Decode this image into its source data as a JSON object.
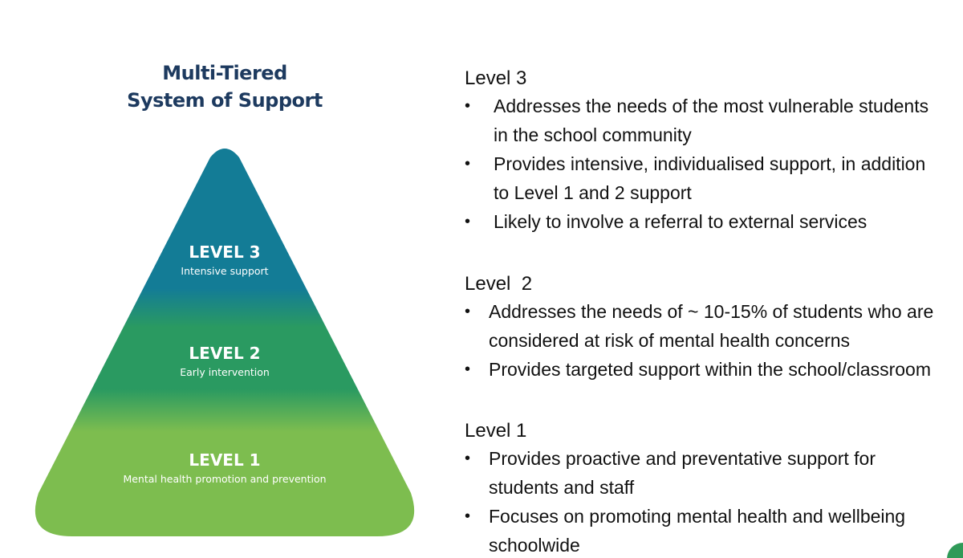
{
  "pyramid": {
    "title_lines": [
      "Multi-Tiered",
      "System of Support"
    ],
    "tiers": [
      {
        "name": "LEVEL 3",
        "description": "Intensive support"
      },
      {
        "name": "LEVEL 2",
        "description": "Early intervention"
      },
      {
        "name": "LEVEL 1",
        "description": "Mental health promotion and prevention"
      }
    ],
    "colors": {
      "top": "#137c96",
      "middle": "#2a9a61",
      "bottom": "#7dbd4f"
    }
  },
  "levels": [
    {
      "heading": "Level 3",
      "bullets": [
        [
          "Addresses the needs of the most vulnerable students",
          "in the school community"
        ],
        [
          "Provides intensive, individualised support, in addition",
          "to Level 1 and 2 support"
        ],
        [
          "Likely to involve a referral to external services"
        ]
      ]
    },
    {
      "heading": "Level  2",
      "bullets": [
        [
          "Addresses the needs of ~ 10-15% of students who are",
          "considered at risk of mental health concerns"
        ],
        [
          "Provides targeted support within the school/classroom"
        ]
      ]
    },
    {
      "heading": "Level 1",
      "bullets": [
        [
          "Provides proactive and preventative support for",
          "students and staff"
        ],
        [
          "Focuses on promoting mental health and wellbeing",
          "schoolwide"
        ]
      ]
    }
  ],
  "bullet_glyph": "•"
}
